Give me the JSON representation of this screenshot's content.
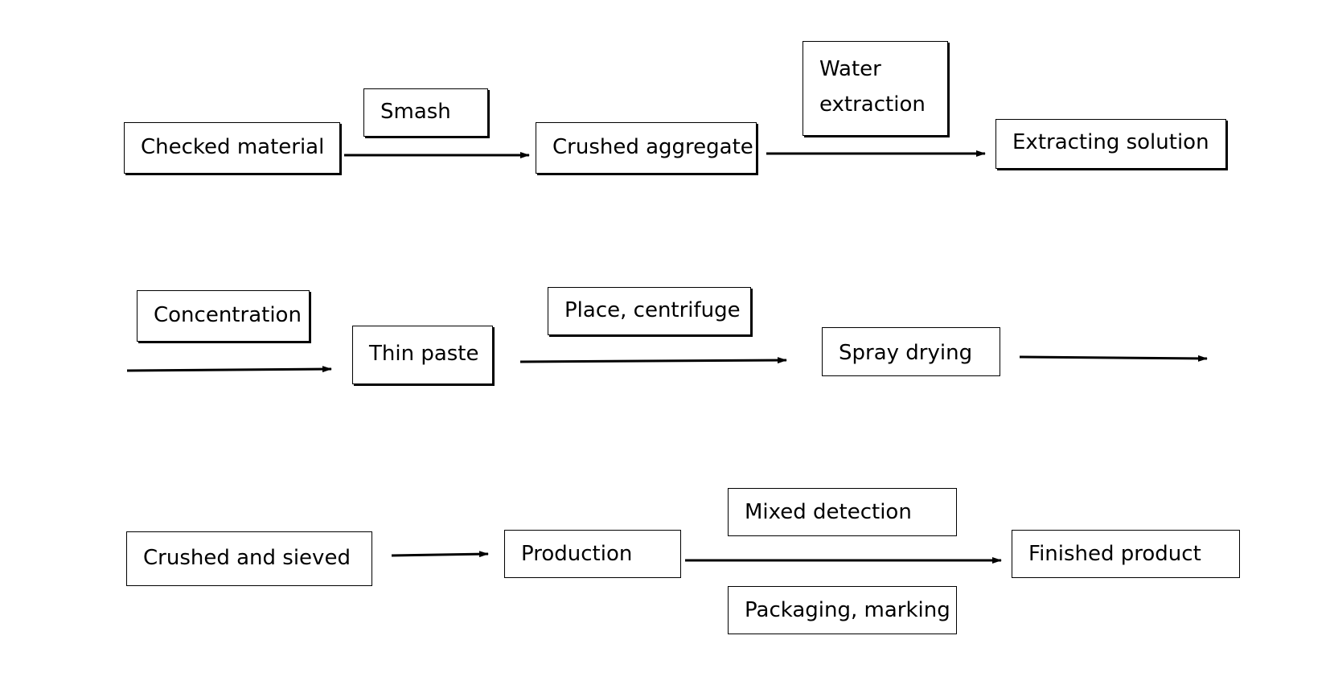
{
  "nodes": {
    "checked_material": "Checked material",
    "smash": "Smash",
    "crushed_aggregate": "Crushed  aggregate",
    "water_extraction_1": "Water",
    "water_extraction_2": "extraction",
    "extracting_solution": "Extracting solution",
    "concentration": "Concentration",
    "thin_paste": "Thin paste",
    "place_centrifuge": "Place, centrifuge",
    "spray_drying": "Spray drying",
    "crushed_and_sieved": "Crushed and sieved",
    "production": "Production",
    "mixed_detection": "Mixed detection",
    "packaging_marking": "Packaging, marking",
    "finished_product": "Finished product"
  },
  "colors": {
    "line": "#000000",
    "background": "#ffffff"
  }
}
